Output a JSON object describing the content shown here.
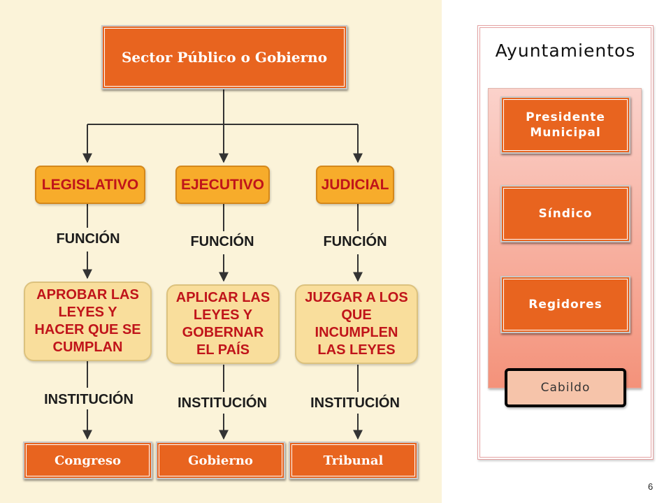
{
  "diagram": {
    "top": "Sector Público o Gobierno",
    "branches": [
      {
        "name": "LEGISLATIVO",
        "function_label": "FUNCIÓN",
        "function": "APROBAR LAS\nLEYES Y\nHACER QUE SE\nCUMPLAN",
        "institution_label": "INSTITUCIÓN",
        "institution": "Congreso"
      },
      {
        "name": "EJECUTIVO",
        "function_label": "FUNCIÓN",
        "function": "APLICAR LAS\nLEYES Y\nGOBERNAR\nEL PAÍS",
        "institution_label": "INSTITUCIÓN",
        "institution": "Gobierno"
      },
      {
        "name": "JUDICIAL",
        "function_label": "FUNCIÓN",
        "function": "JUZGAR A LOS\nQUE\nINCUMPLEN\nLAS LEYES",
        "institution_label": "INSTITUCIÓN",
        "institution": "Tribunal"
      }
    ]
  },
  "ayuntamientos": {
    "title": "Ayuntamientos",
    "members": [
      "Presidente\nMunicipal",
      "Síndico",
      "Regidores"
    ],
    "group_label": "Cabildo"
  },
  "page_number": "6",
  "colors": {
    "background_panel": "#fbf3d9",
    "orange_box": "#e8641f",
    "yellow_box": "#f7ac2b",
    "cream_box": "#f9de9c",
    "label_red": "#c0141a"
  }
}
